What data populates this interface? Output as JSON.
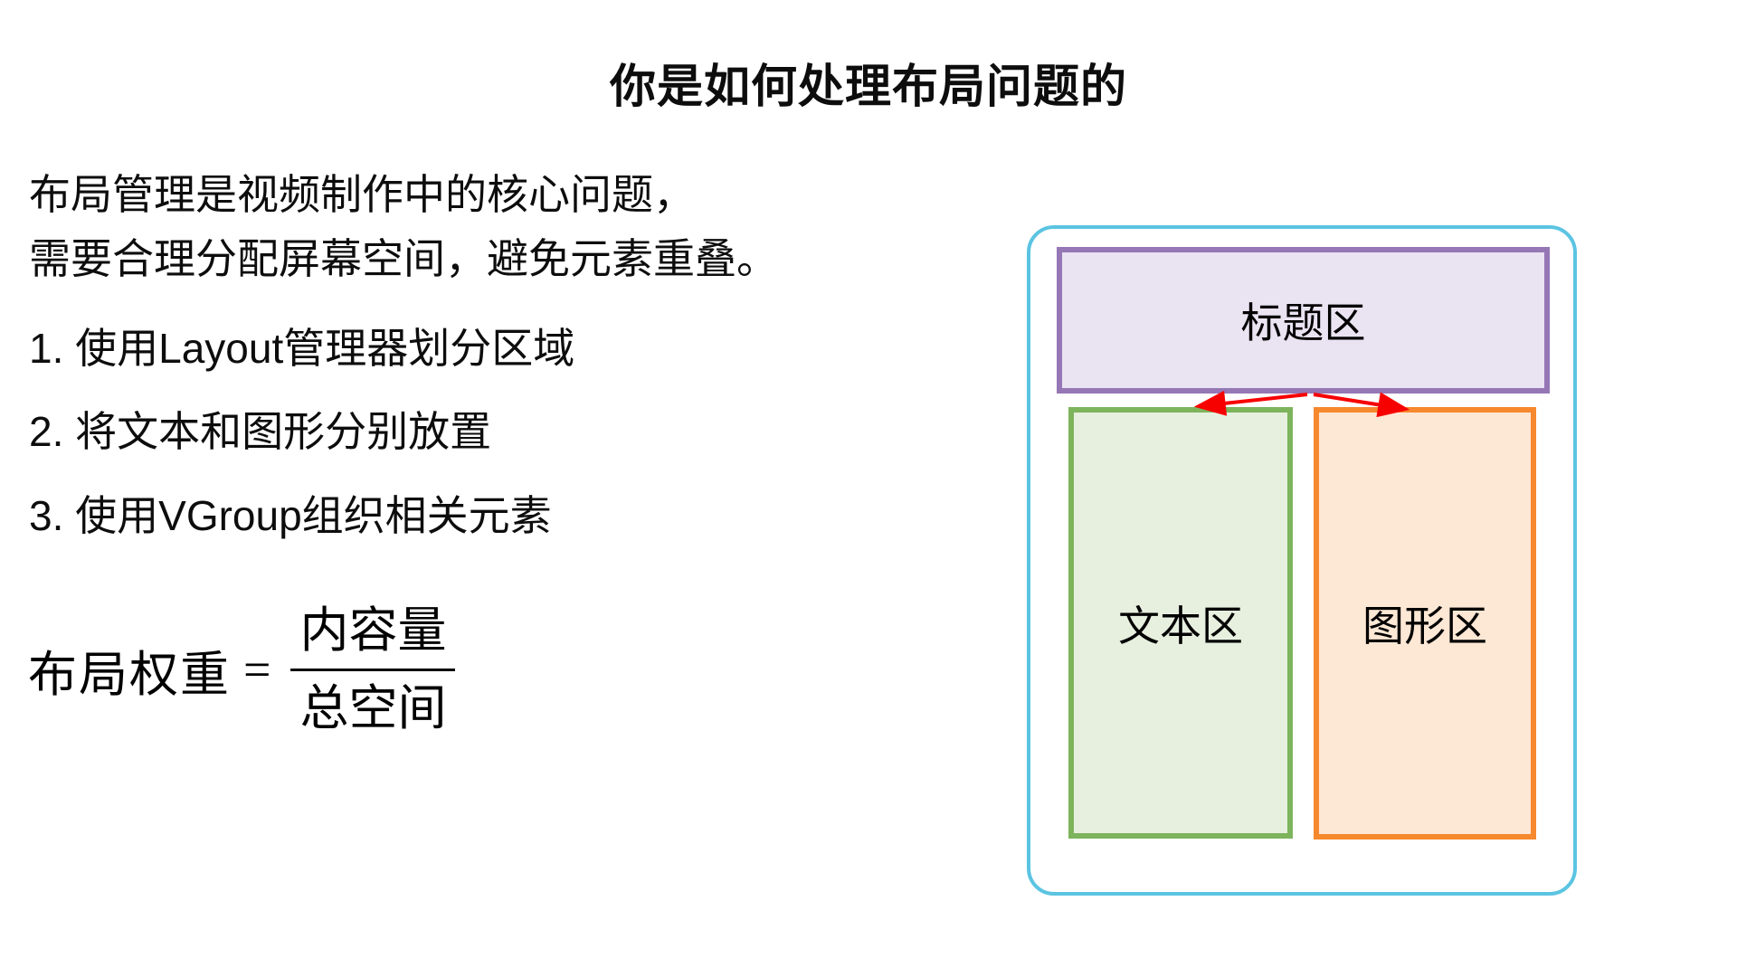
{
  "slide": {
    "title": "你是如何处理布局问题的",
    "intro": {
      "line1": "布局管理是视频制作中的核心问题，",
      "line2": "需要合理分配屏幕空间，避免元素重叠。"
    },
    "steps": [
      "1. 使用Layout管理器划分区域",
      "2. 将文本和图形分别放置",
      "3. 使用VGroup组织相关元素"
    ],
    "formula": {
      "lhs": "布局权重",
      "equals": "=",
      "numerator": "内容量",
      "denominator": "总空间"
    },
    "diagram": {
      "container_border_color": "#5bc4e2",
      "arrow_color": "#f70000",
      "title_area": {
        "label": "标题区",
        "border_color": "#9577b5",
        "fill_color": "#eae3f2"
      },
      "text_area": {
        "label": "文本区",
        "border_color": "#7db45c",
        "fill_color": "#e7f0df"
      },
      "graphics_area": {
        "label": "图形区",
        "border_color": "#f6882e",
        "fill_color": "#fde7d5"
      }
    }
  }
}
